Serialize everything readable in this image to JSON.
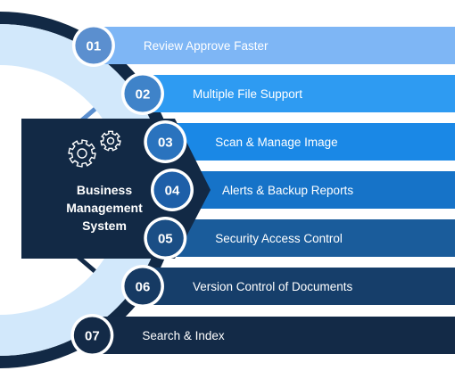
{
  "center": {
    "title_lines": [
      "Business",
      "Management",
      "System"
    ],
    "icon": "gears-icon"
  },
  "items": [
    {
      "number": "01",
      "label": "Review Approve Faster",
      "bar_color": "#7EB6F5",
      "circle_color": "#5B8FCF"
    },
    {
      "number": "02",
      "label": "Multiple File Support",
      "bar_color": "#2E9BF2",
      "circle_color": "#3F83C9"
    },
    {
      "number": "03",
      "label": "Scan & Manage Image",
      "bar_color": "#1A88E6",
      "circle_color": "#2A73BE"
    },
    {
      "number": "04",
      "label": "Alerts & Backup Reports",
      "bar_color": "#1673C8",
      "circle_color": "#1E5FA8"
    },
    {
      "number": "05",
      "label": "Security Access Control",
      "bar_color": "#1A5C9B",
      "circle_color": "#1A4E85"
    },
    {
      "number": "06",
      "label": "Version Control of Documents",
      "bar_color": "#163E6A",
      "circle_color": "#163A63"
    },
    {
      "number": "07",
      "label": "Search & Index",
      "bar_color": "#132A47",
      "circle_color": "#132A47"
    }
  ],
  "colors": {
    "arc_outer": "#122945",
    "arc_inner": "#D2E8FB",
    "center_box": "#122945",
    "circle_ring": "#FFFFFF"
  }
}
